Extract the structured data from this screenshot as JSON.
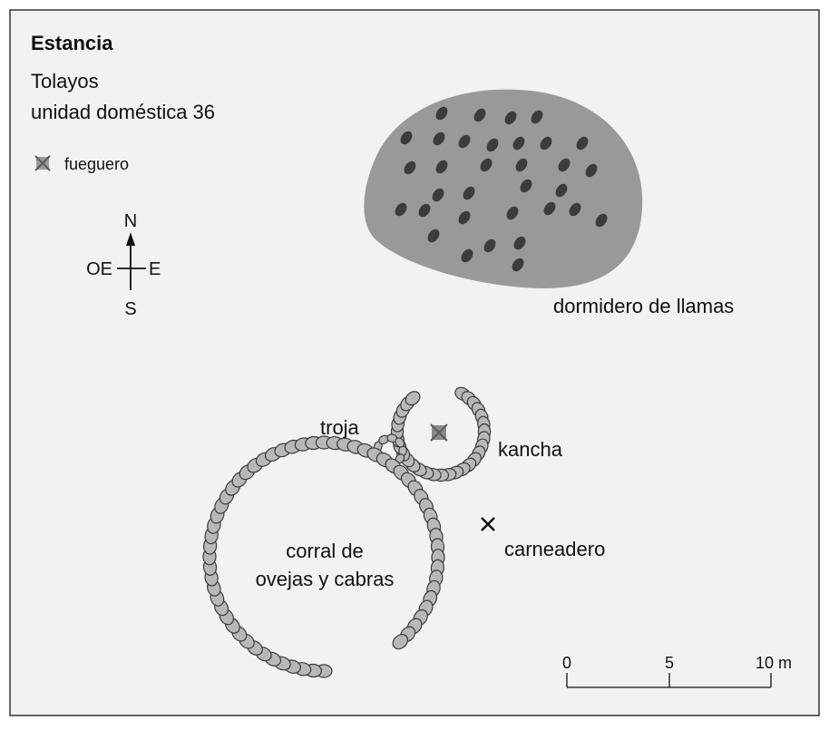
{
  "title": "Estancia",
  "site_name": "Tolayos",
  "household": "unidad doméstica 36",
  "legend": {
    "icon": "hearth-icon",
    "label": "fueguero"
  },
  "compass": {
    "north": "N",
    "south": "S",
    "east": "E",
    "west": "OE"
  },
  "labels": {
    "llama_area": "dormidero de llamas",
    "troja": "troja",
    "kancha": "kancha",
    "corral_line1": "corral de",
    "corral_line2": "ovejas y cabras",
    "slaughter": "carneadero"
  },
  "scale": {
    "ticks": [
      "0",
      "5",
      "10 m"
    ]
  },
  "colors": {
    "panel_bg": "#f2f2f2",
    "frame": "#333333",
    "dung_area": "#999999",
    "dung_pellet": "#3c3c3c",
    "stone_fill": "#b8b8b8",
    "stone_stroke": "#3a3a3a",
    "hearth": "#8a8a8a"
  }
}
